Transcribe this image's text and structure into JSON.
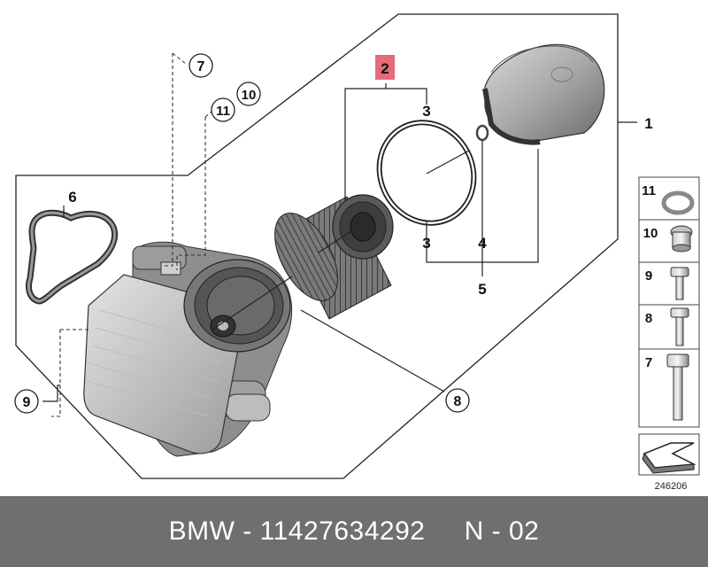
{
  "diagram": {
    "callouts": {
      "c1": "1",
      "c2": "2",
      "c3a": "3",
      "c3b": "3",
      "c4": "4",
      "c5": "5",
      "c6": "6",
      "c7": "7",
      "c8": "8",
      "c9": "9",
      "c10": "10",
      "c11": "11"
    },
    "legend": {
      "items": [
        {
          "label": "11"
        },
        {
          "label": "10"
        },
        {
          "label": "9"
        },
        {
          "label": "8"
        },
        {
          "label": "7"
        }
      ],
      "image_number": "246206"
    },
    "colors": {
      "highlight": "#e46b78",
      "line": "#222222",
      "part": "#9a9a9a"
    }
  },
  "footer": {
    "text": "BMW - 11427634292     N - 02",
    "background": "#6f6f6f"
  }
}
